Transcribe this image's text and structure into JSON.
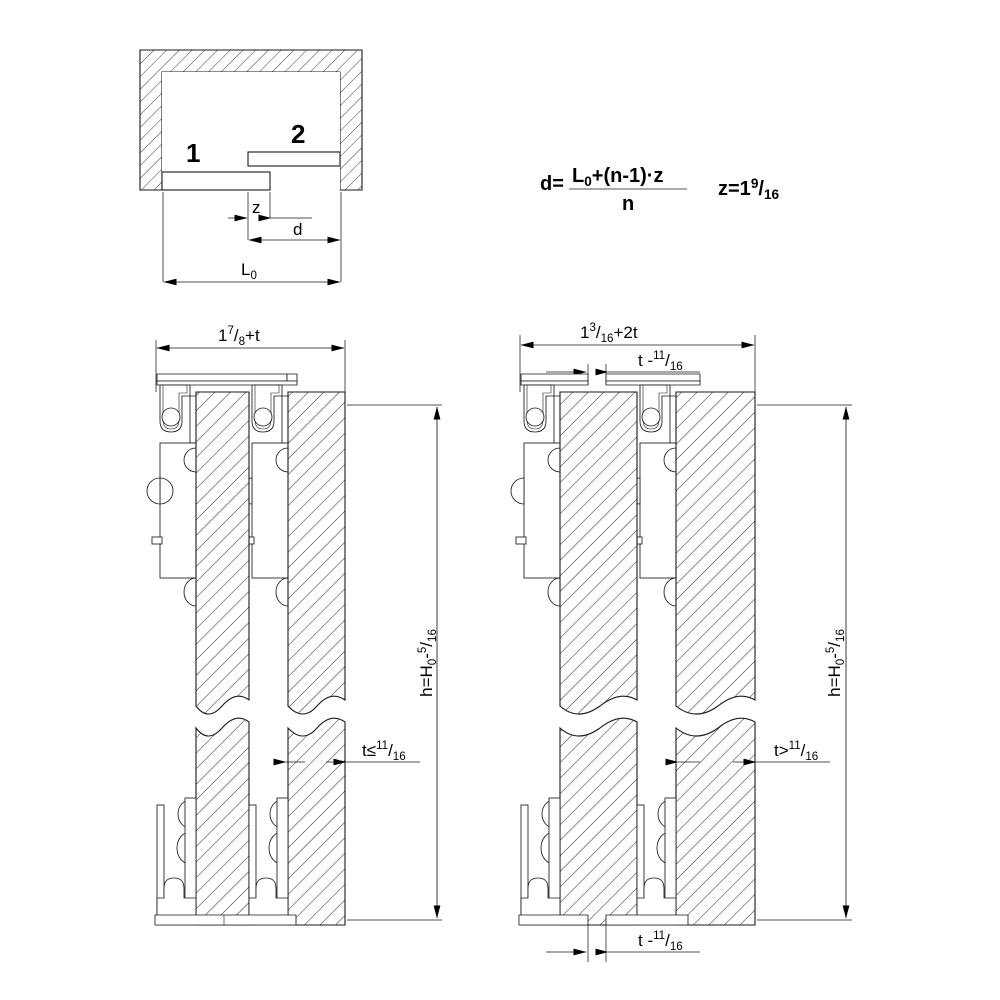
{
  "drawing": {
    "title": "Sliding door hardware cross sections",
    "line_color": "#1a1a1a",
    "background": "#ffffff"
  },
  "plan_view": {
    "panel_1_label": "1",
    "panel_2_label": "2",
    "dim_z": "z",
    "dim_d": "d",
    "dim_L0_main": "L",
    "dim_L0_sub": "0"
  },
  "formula": {
    "lhs": "d=",
    "numerator_L": "L",
    "numerator_L_sub": "0",
    "numerator_rest": "+(n-1)·z",
    "denominator": "n",
    "z_label": "z=1",
    "z_num": "9",
    "z_slash": "/",
    "z_den": "16"
  },
  "section_left": {
    "top_width_main": "1",
    "top_width_num": "7",
    "top_width_den": "8",
    "top_width_tail": "+t",
    "height_main": "h=H",
    "height_sub": "0",
    "height_minus": "-",
    "height_num": "5",
    "height_den": "16",
    "thickness_main": "t≤",
    "thickness_num": "11",
    "thickness_den": "16"
  },
  "section_right": {
    "top_width_main": "1",
    "top_width_num": "3",
    "top_width_den": "16",
    "top_width_tail": "+2t",
    "gap_top_main": "t -",
    "gap_top_num": "11",
    "gap_top_den": "16",
    "height_main": "h=H",
    "height_sub": "0",
    "height_minus": "-",
    "height_num": "5",
    "height_den": "16",
    "thickness_main": "t>",
    "thickness_num": "11",
    "thickness_den": "16",
    "gap_bottom_main": "t -",
    "gap_bottom_num": "11",
    "gap_bottom_den": "16"
  }
}
